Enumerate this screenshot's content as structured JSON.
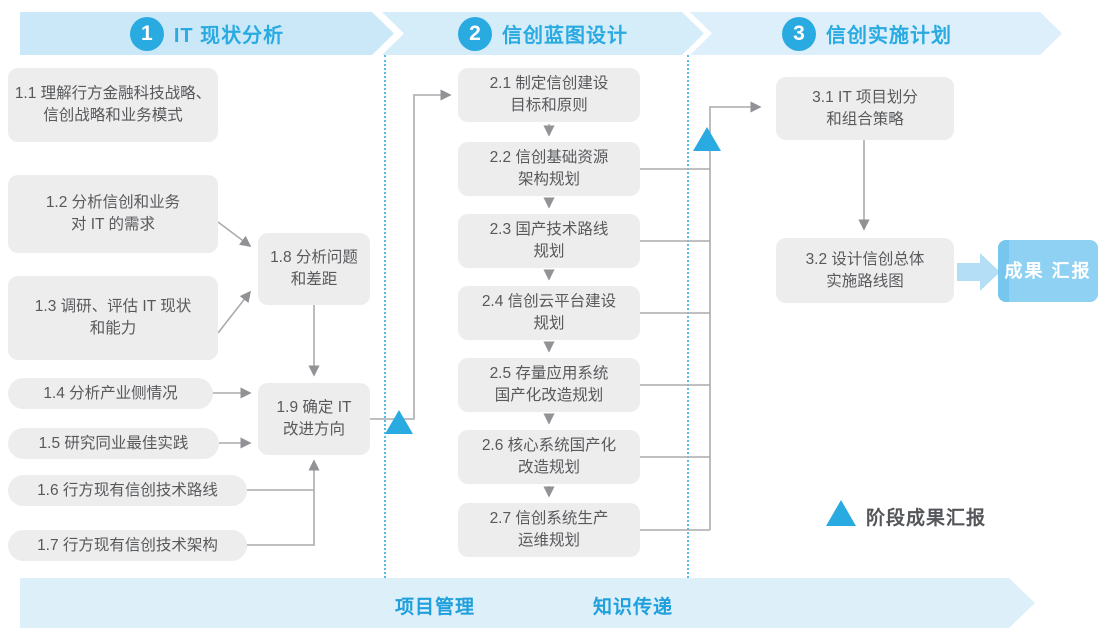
{
  "phases": [
    {
      "number": "1",
      "title": "IT 现状分析"
    },
    {
      "number": "2",
      "title": "信创蓝图设计"
    },
    {
      "number": "3",
      "title": "信创实施计划"
    }
  ],
  "phase1": {
    "boxes": [
      {
        "id": "1.1",
        "lines": [
          "1.1 理解行方金融科技战略、",
          "信创战略和业务模式"
        ]
      },
      {
        "id": "1.2",
        "lines": [
          "1.2 分析信创和业务",
          "对 IT 的需求"
        ]
      },
      {
        "id": "1.3",
        "lines": [
          "1.3 调研、评估 IT 现状",
          "和能力"
        ]
      },
      {
        "id": "1.4",
        "lines": [
          "1.4 分析产业侧情况"
        ]
      },
      {
        "id": "1.5",
        "lines": [
          "1.5 研究同业最佳实践"
        ]
      },
      {
        "id": "1.6",
        "lines": [
          "1.6 行方现有信创技术路线"
        ]
      },
      {
        "id": "1.7",
        "lines": [
          "1.7 行方现有信创技术架构"
        ]
      },
      {
        "id": "1.8",
        "lines": [
          "1.8 分析问题",
          "和差距"
        ]
      },
      {
        "id": "1.9",
        "lines": [
          "1.9 确定 IT",
          "改进方向"
        ]
      }
    ]
  },
  "phase2": {
    "boxes": [
      {
        "id": "2.1",
        "lines": [
          "2.1 制定信创建设",
          "目标和原则"
        ]
      },
      {
        "id": "2.2",
        "lines": [
          "2.2 信创基础资源",
          "架构规划"
        ]
      },
      {
        "id": "2.3",
        "lines": [
          "2.3 国产技术路线",
          "规划"
        ]
      },
      {
        "id": "2.4",
        "lines": [
          "2.4 信创云平台建设",
          "规划"
        ]
      },
      {
        "id": "2.5",
        "lines": [
          "2.5 存量应用系统",
          "国产化改造规划"
        ]
      },
      {
        "id": "2.6",
        "lines": [
          "2.6 核心系统国产化",
          "改造规划"
        ]
      },
      {
        "id": "2.7",
        "lines": [
          "2.7 信创系统生产",
          "运维规划"
        ]
      }
    ]
  },
  "phase3": {
    "boxes": [
      {
        "id": "3.1",
        "lines": [
          "3.1 IT 项目划分",
          "和组合策略"
        ]
      },
      {
        "id": "3.2",
        "lines": [
          "3.2 设计信创总体",
          "实施路线图"
        ]
      }
    ]
  },
  "result_box": {
    "lines": [
      "成果",
      "汇报"
    ]
  },
  "legend": {
    "label": "阶段成果汇报"
  },
  "bottom_band": {
    "items": [
      "项目管理",
      "知识传递"
    ]
  },
  "colors": {
    "accent": "#29abe2",
    "band1": "#cbe8f8",
    "band2": "#d5ecf9",
    "band3": "#dceffa",
    "box_fill": "#ededee",
    "box_text": "#58595b",
    "connector": "#ababad",
    "result_fill": "#8ed1f2"
  }
}
